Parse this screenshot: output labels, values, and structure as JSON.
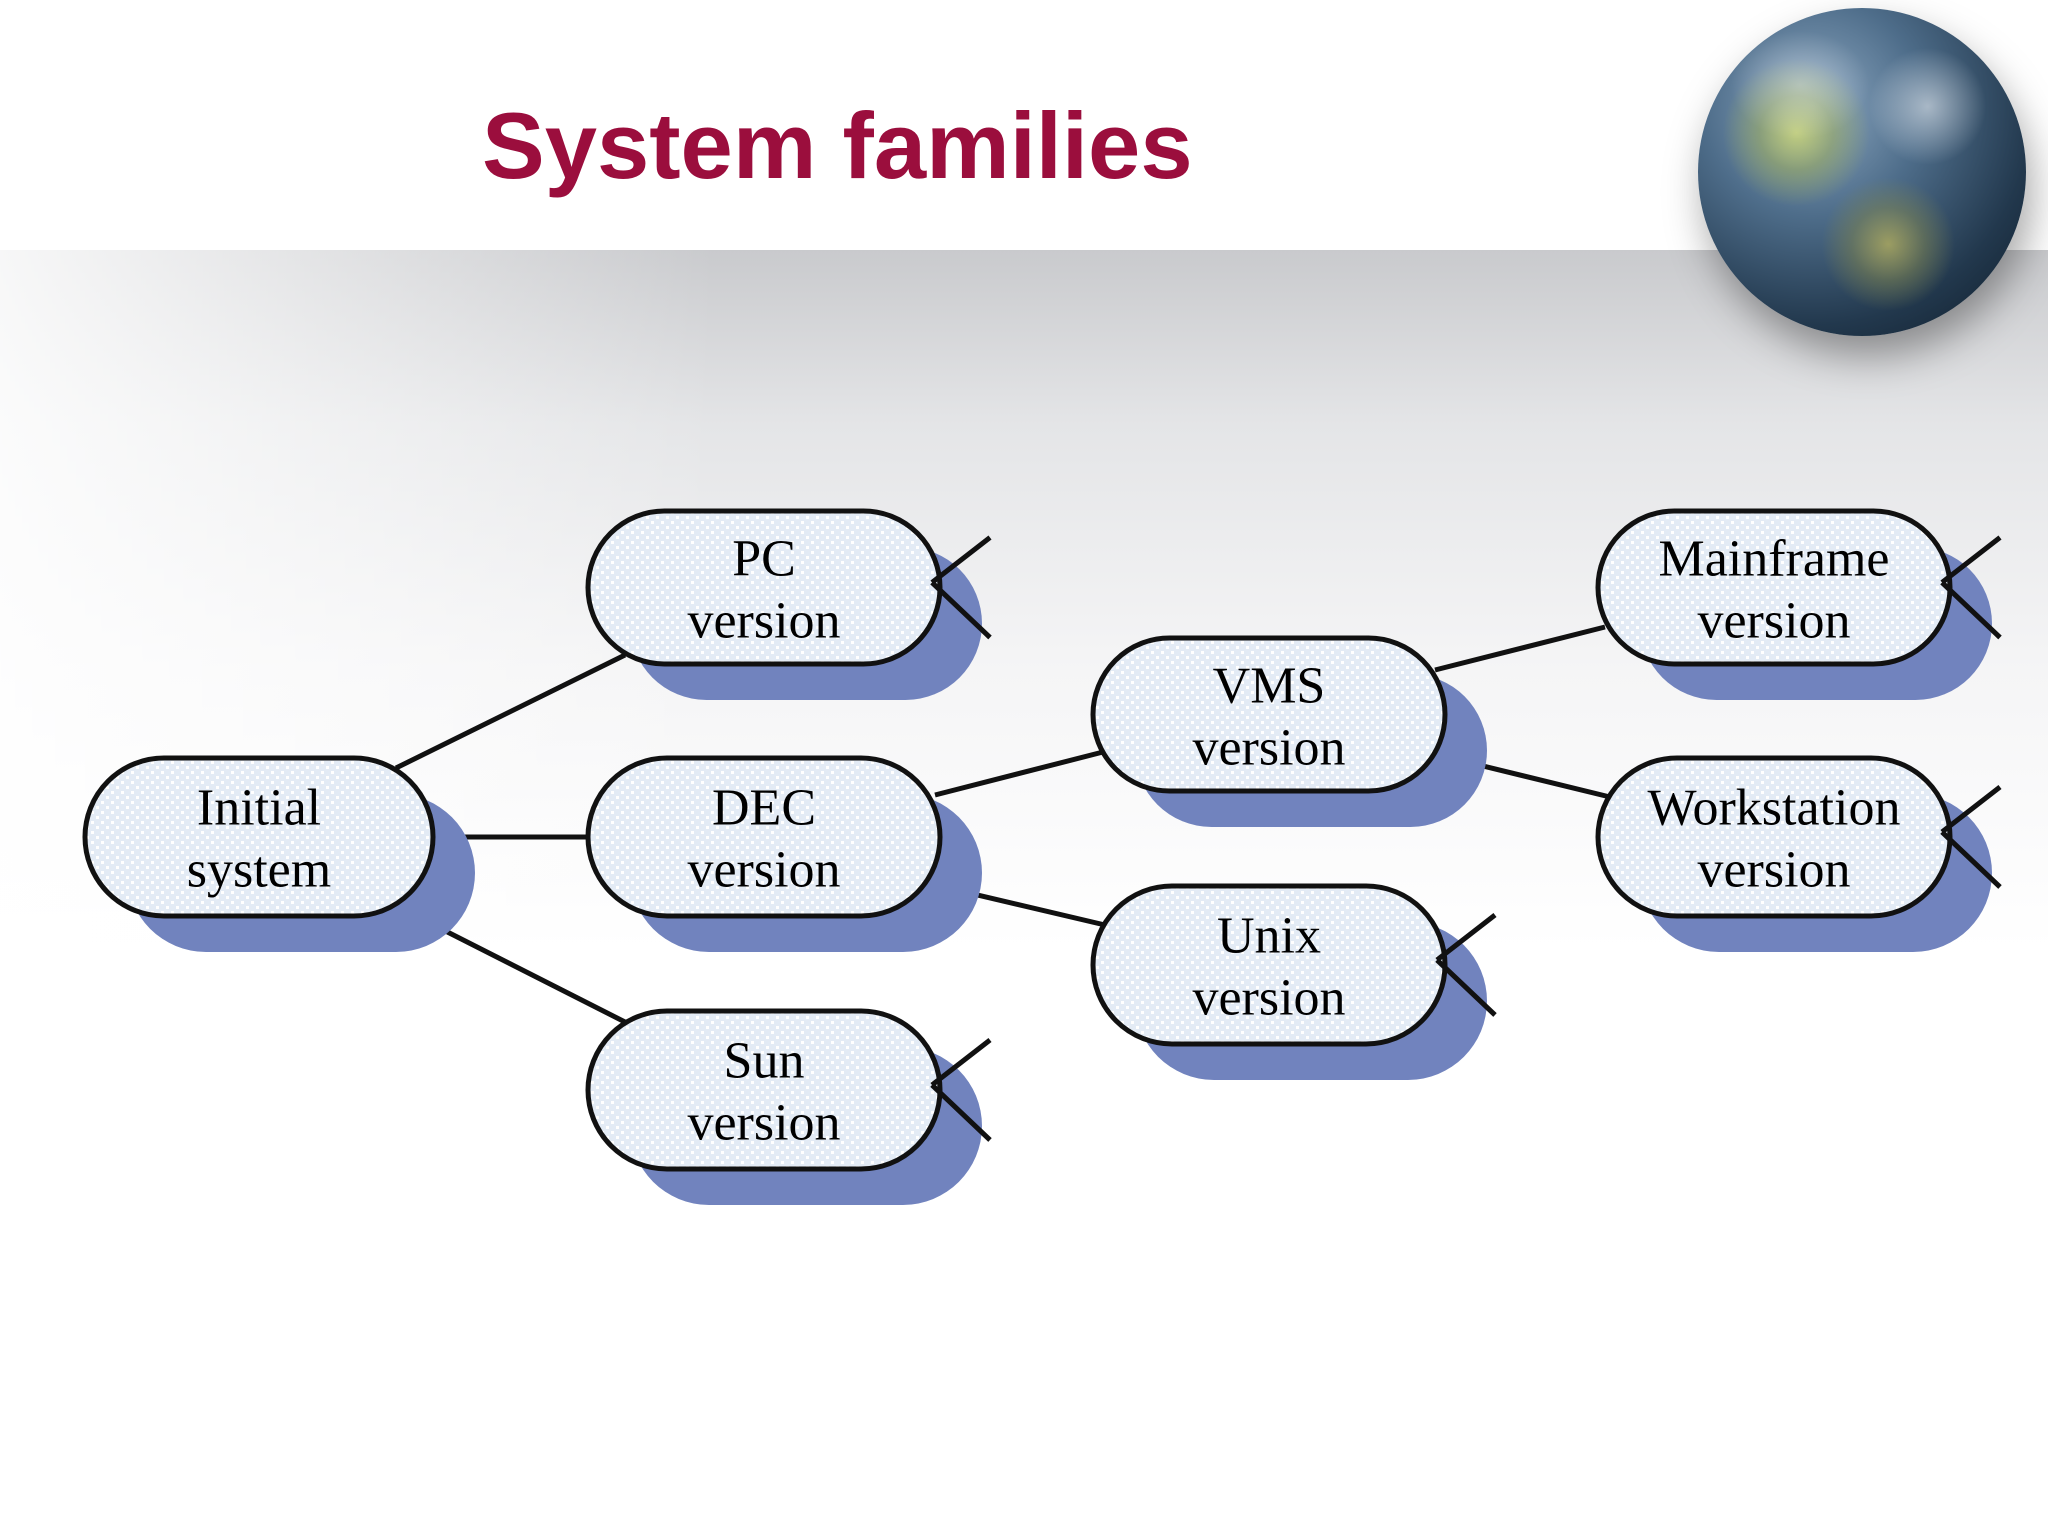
{
  "title": "System families",
  "colors": {
    "title": "#9b0e3d",
    "node_fill": "#dfe8f3",
    "node_shadow": "#7183be",
    "line": "#111111"
  },
  "nodes": [
    {
      "id": "initial",
      "line1": "Initial",
      "line2": "system",
      "crossed": false
    },
    {
      "id": "pc",
      "line1": "PC",
      "line2": "version",
      "crossed": true
    },
    {
      "id": "dec",
      "line1": "DEC",
      "line2": "version",
      "crossed": false
    },
    {
      "id": "sun",
      "line1": "Sun",
      "line2": "version",
      "crossed": true
    },
    {
      "id": "vms",
      "line1": "VMS",
      "line2": "version",
      "crossed": false
    },
    {
      "id": "unix",
      "line1": "Unix",
      "line2": "version",
      "crossed": true
    },
    {
      "id": "mainframe",
      "line1": "Mainframe",
      "line2": "version",
      "crossed": true
    },
    {
      "id": "workstation",
      "line1": "Workstation",
      "line2": "version",
      "crossed": true
    }
  ],
  "edges": [
    {
      "from": "initial",
      "to": "pc"
    },
    {
      "from": "initial",
      "to": "dec"
    },
    {
      "from": "initial",
      "to": "sun"
    },
    {
      "from": "dec",
      "to": "vms"
    },
    {
      "from": "dec",
      "to": "unix"
    },
    {
      "from": "vms",
      "to": "mainframe"
    },
    {
      "from": "vms",
      "to": "workstation"
    }
  ]
}
